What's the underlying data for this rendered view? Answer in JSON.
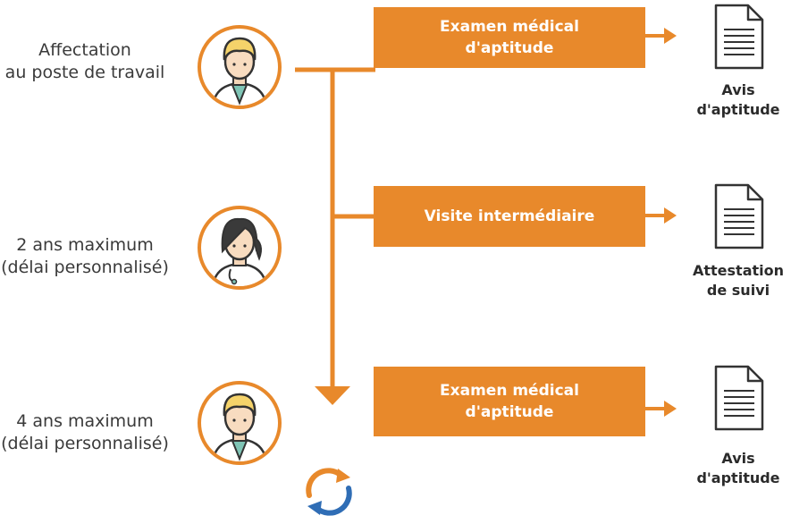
{
  "rows": [
    {
      "left_label": [
        "Affectation",
        "au poste de travail"
      ],
      "avatar": "male-doctor-icon",
      "step": [
        "Examen médical",
        "d'aptitude"
      ],
      "document": [
        "Avis",
        "d'aptitude"
      ]
    },
    {
      "left_label": [
        "2 ans maximum",
        "(délai personnalisé)"
      ],
      "avatar": "female-doctor-icon",
      "step": [
        "Visite intermédiaire"
      ],
      "document": [
        "Attestation",
        "de suivi"
      ]
    },
    {
      "left_label": [
        "4 ans maximum",
        "(délai personnalisé)"
      ],
      "avatar": "male-doctor-icon",
      "step": [
        "Examen médical",
        "d'aptitude"
      ],
      "document": [
        "Avis",
        "d'aptitude"
      ]
    }
  ],
  "icons": {
    "document": "document-icon",
    "cycle": "refresh-cycle-icon"
  },
  "colors": {
    "accent": "#e8892b",
    "cycle_blue": "#2f6db5",
    "text": "#3a3a3a"
  }
}
